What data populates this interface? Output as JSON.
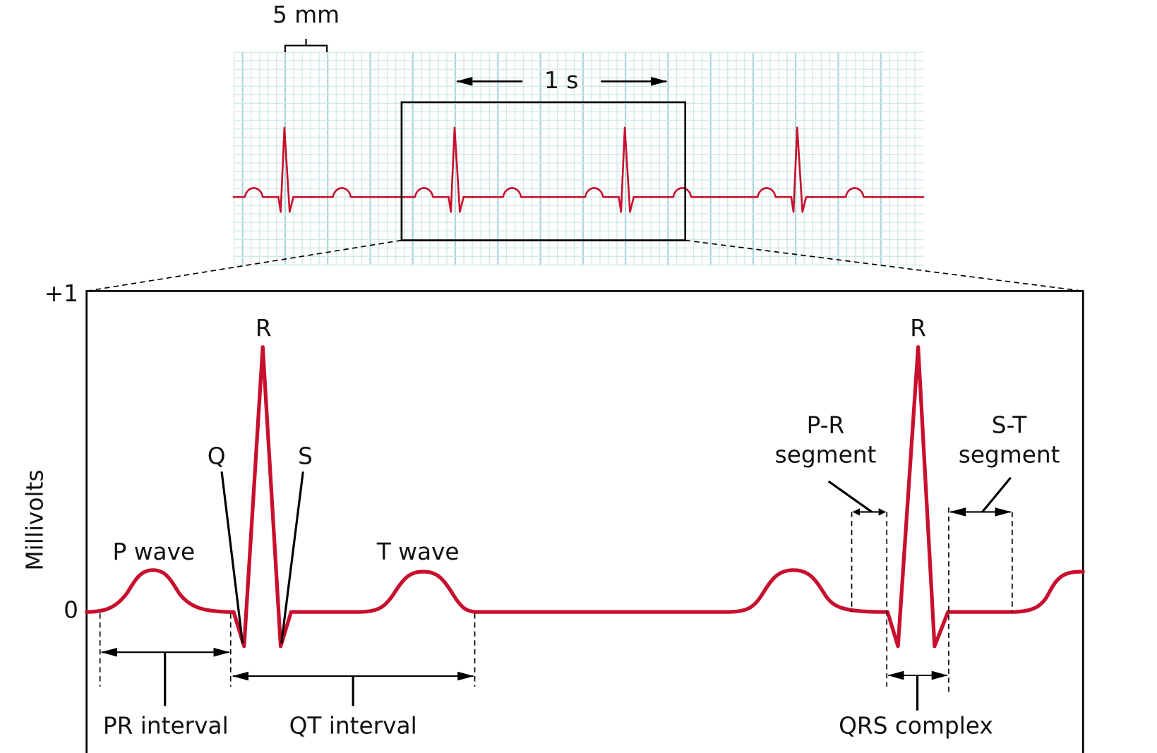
{
  "colors": {
    "trace": "#c8102e",
    "grid_minor": "#cfe9e9",
    "grid_major": "#a6d6d6",
    "ink": "#000000"
  },
  "top_strip": {
    "scale_label": "5 mm",
    "time_label": "1 s"
  },
  "detail": {
    "y_axis_title": "Millivolts",
    "y_tick_top": "+1",
    "y_tick_zero": "0",
    "labels": {
      "r1": "R",
      "r2": "R",
      "q": "Q",
      "s": "S",
      "p_wave": "P wave",
      "t_wave": "T wave",
      "pr_segment_line1": "P-R",
      "pr_segment_line2": "segment",
      "st_segment_line1": "S-T",
      "st_segment_line2": "segment",
      "pr_interval": "PR interval",
      "qt_interval": "QT interval",
      "qrs_complex": "QRS complex"
    }
  }
}
